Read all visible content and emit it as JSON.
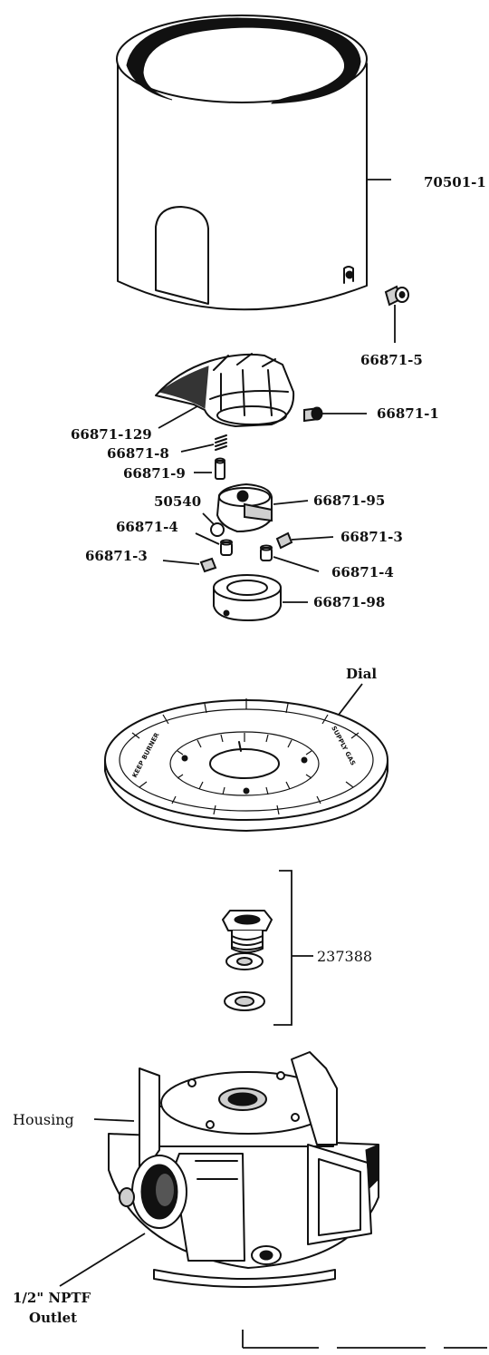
{
  "labels": {
    "cover": "70501-1",
    "screw_cover": "66871-5",
    "knob": "66871-129",
    "screw_knob": "66871-1",
    "spring": "66871-8",
    "pin": "66871-9",
    "hub": "66871-95",
    "ball": "50540",
    "insert_left": "66871-4",
    "setscrew_right": "66871-3",
    "setscrew_left": "66871-3",
    "insert_right": "66871-4",
    "collar": "66871-98",
    "dial": "Dial",
    "orifice_kit": "237388",
    "housing": "Housing",
    "outlet_line1": "1/2\" NPTF",
    "outlet_line2": "Outlet"
  },
  "dial_text": {
    "left_arc": "KEEP BURNER",
    "right_arc": "SUPPLY GAS"
  }
}
